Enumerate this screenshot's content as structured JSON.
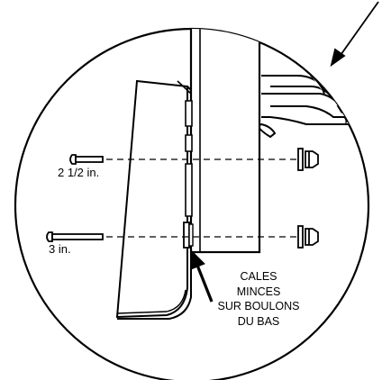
{
  "labels": {
    "bolt_upper": "2 1/2 in.",
    "bolt_lower": "3 in.",
    "callout_lines": [
      "CALES",
      "MINCES",
      "SUR BOULONS",
      "DU BAS"
    ]
  },
  "colors": {
    "stroke": "#000000",
    "background": "#ffffff"
  }
}
